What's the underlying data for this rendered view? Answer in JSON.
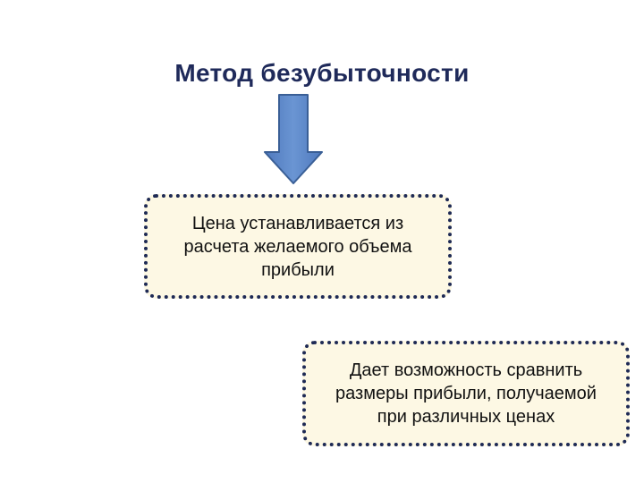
{
  "title": "Метод безубыточности",
  "boxes": [
    {
      "text": "Цена устанавливается из\nрасчета желаемого объема\nприбыли"
    },
    {
      "text": "Дает возможность сравнить\nразмеры прибыли, получаемой\nпри различных ценах"
    }
  ],
  "colors": {
    "title": "#1f2a5a",
    "arrow_fill": "#5b86c8",
    "arrow_stroke": "#3a5f96",
    "box_fill": "#fdf8e4",
    "box_border": "#1e2a55"
  }
}
